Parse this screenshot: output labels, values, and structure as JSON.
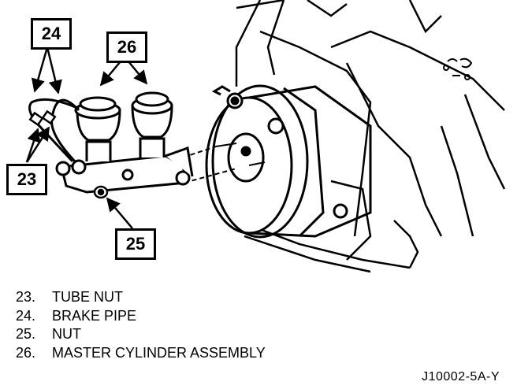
{
  "callouts": {
    "c24": "24",
    "c26": "26",
    "c23": "23",
    "c25": "25"
  },
  "legend": [
    {
      "num": "23.",
      "label": "TUBE NUT"
    },
    {
      "num": "24.",
      "label": "BRAKE PIPE"
    },
    {
      "num": "25.",
      "label": "NUT"
    },
    {
      "num": "26.",
      "label": "MASTER CYLINDER ASSEMBLY"
    }
  ],
  "figure_id": "J10002-5A-Y"
}
